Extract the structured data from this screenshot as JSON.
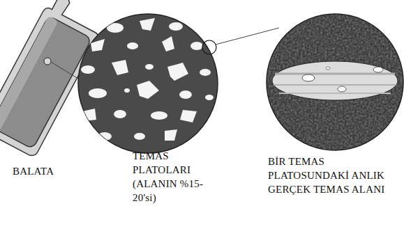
{
  "diagram": {
    "labels": [
      "BALATA",
      "TEMAS PLATOLARI (ALANIN %15-20'si)",
      "BİR TEMAS PLATOSUNDAKİ ANLIK GERÇEK TEMAS ALANI"
    ]
  }
}
